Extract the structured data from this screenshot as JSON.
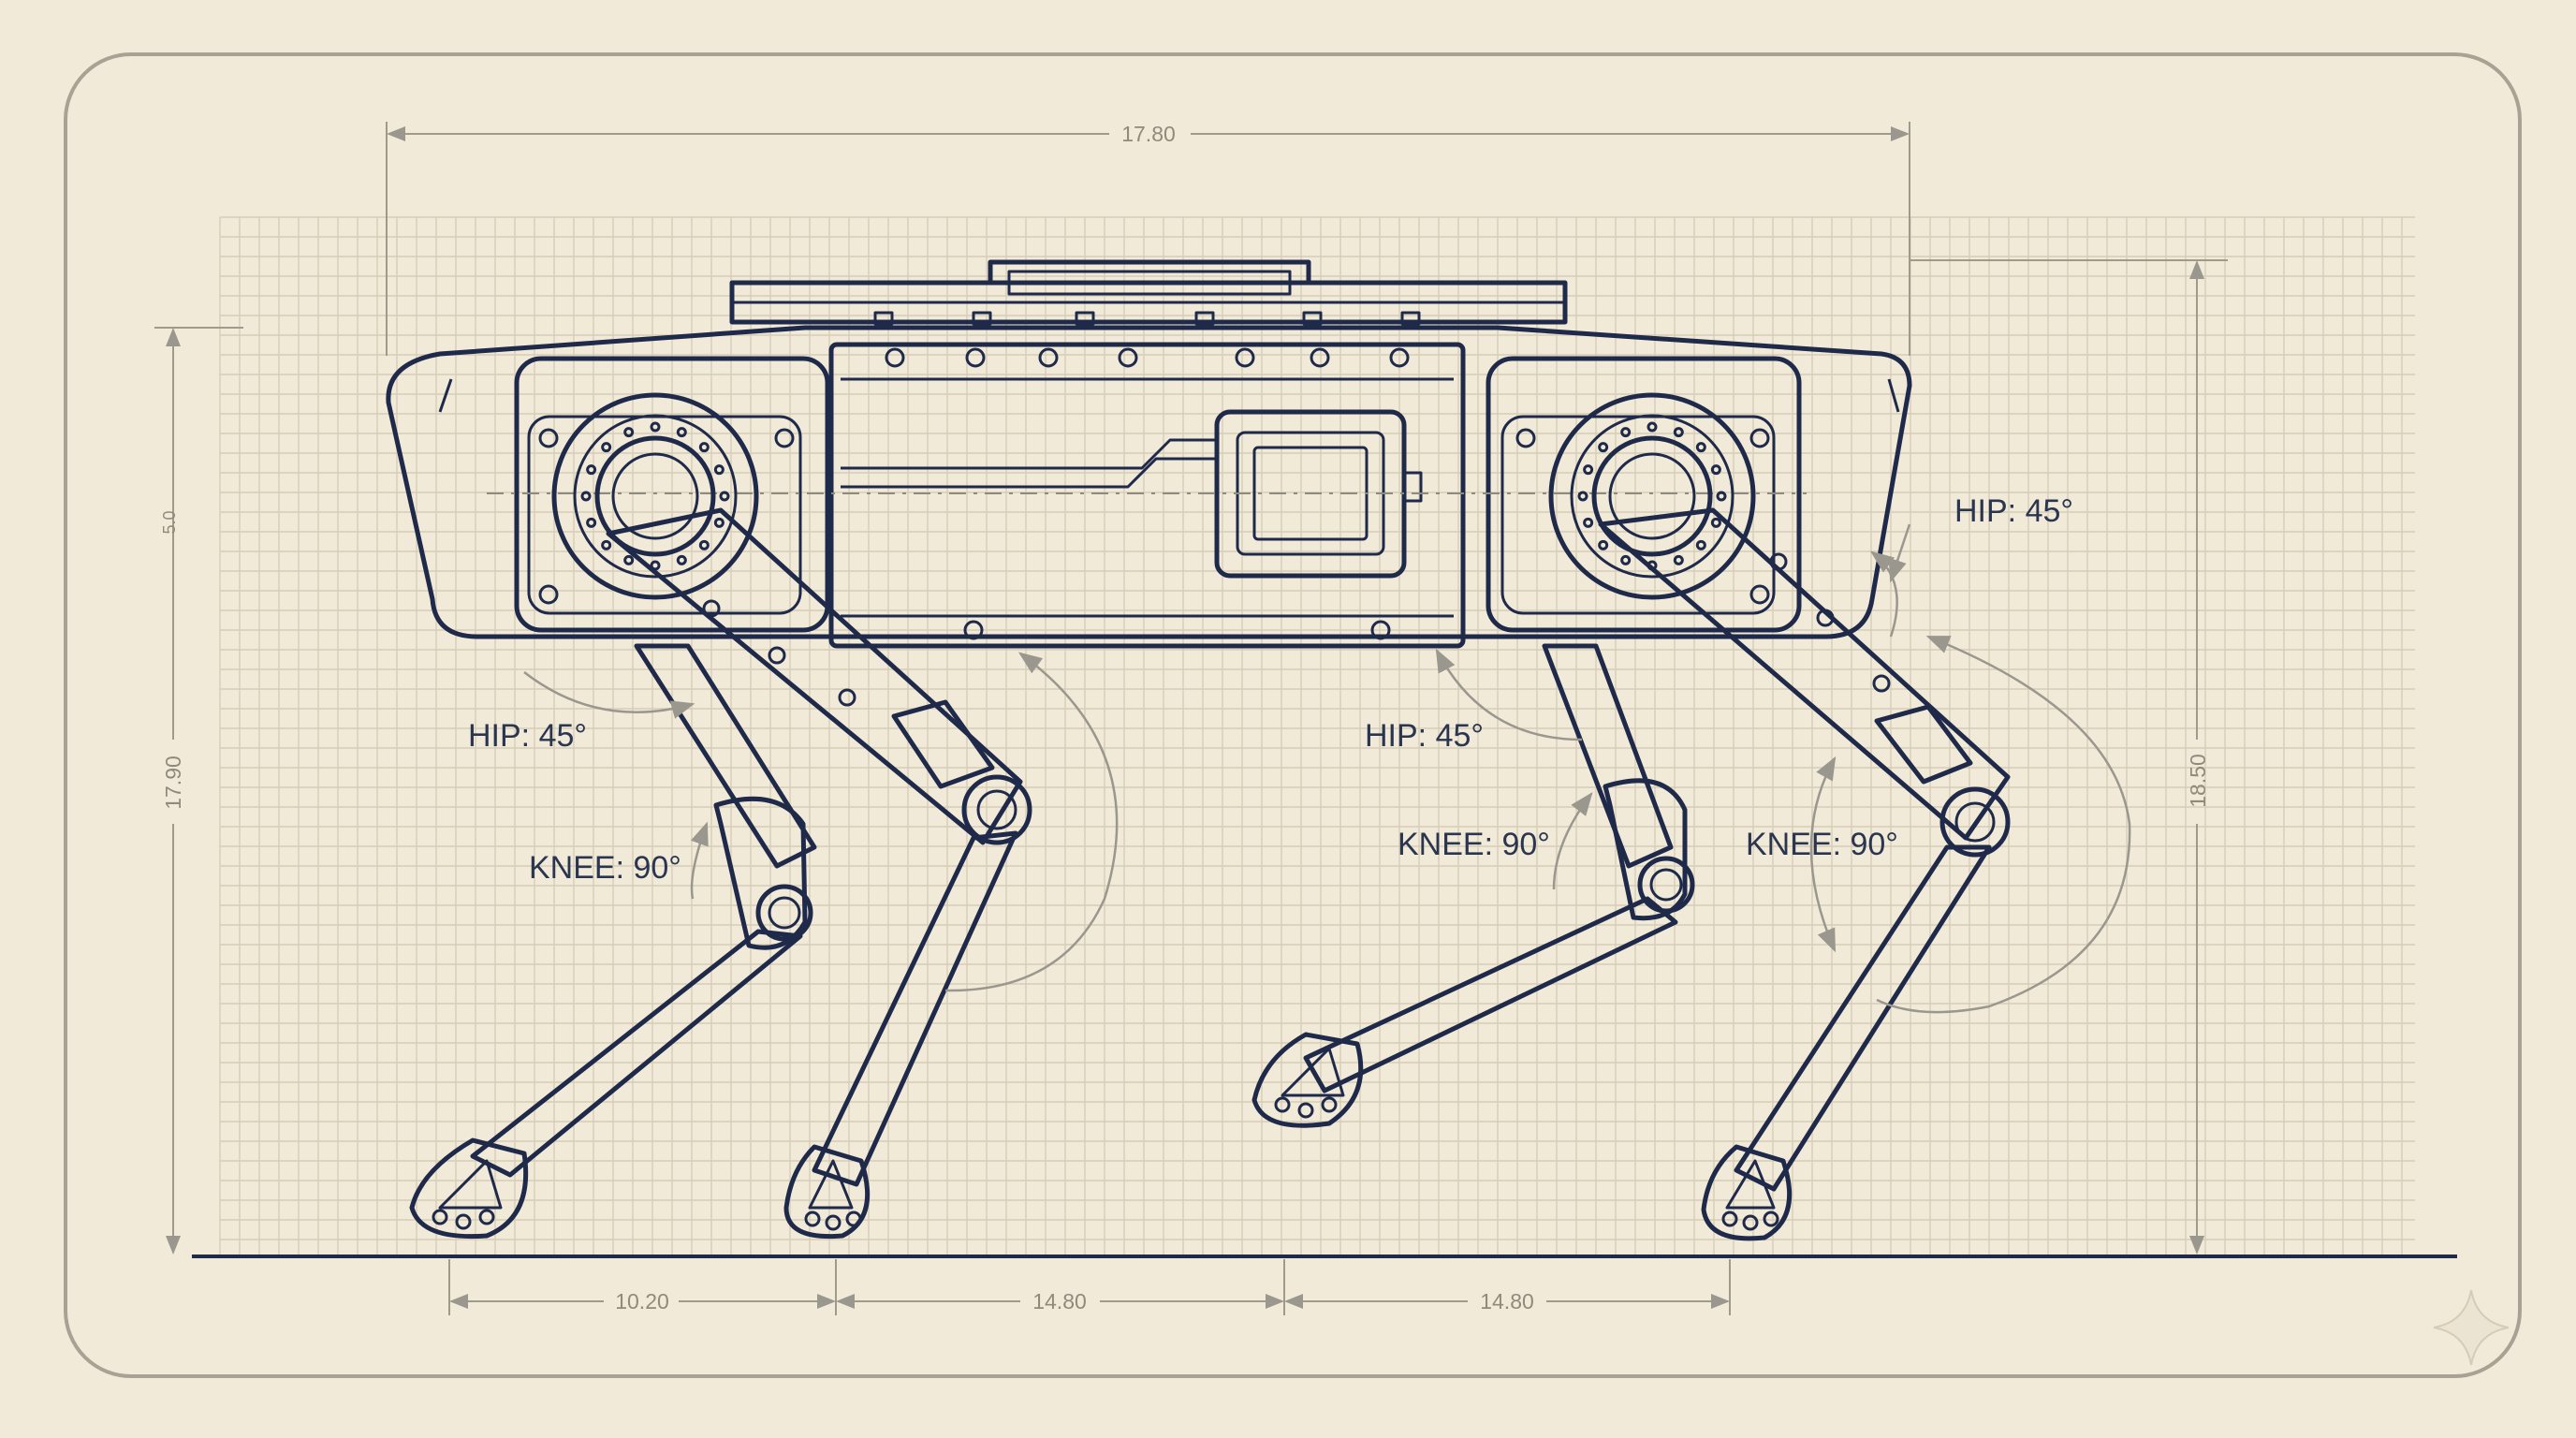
{
  "colors": {
    "paper": "#f2ead8",
    "ink": "#1f2a4a",
    "dimension": "#a09a8a",
    "grid": "#d6cdb7"
  },
  "dimensions": {
    "top_width": "17.80",
    "left_height": "17.90",
    "left_height_small": "5.0",
    "right_height": "18.50",
    "bottom_spans": [
      "10.20",
      "14.80",
      "14.80"
    ]
  },
  "annotations": {
    "hip_rear": "HIP: 45°",
    "knee_rear": "KNEE: 90°",
    "hip_mid": "HIP: 45°",
    "knee_mid": "KNEE: 90°",
    "hip_front": "HIP: 45°",
    "knee_front": "KNEE: 90°"
  },
  "icons": {
    "corner_mark": "sparkle-icon"
  }
}
